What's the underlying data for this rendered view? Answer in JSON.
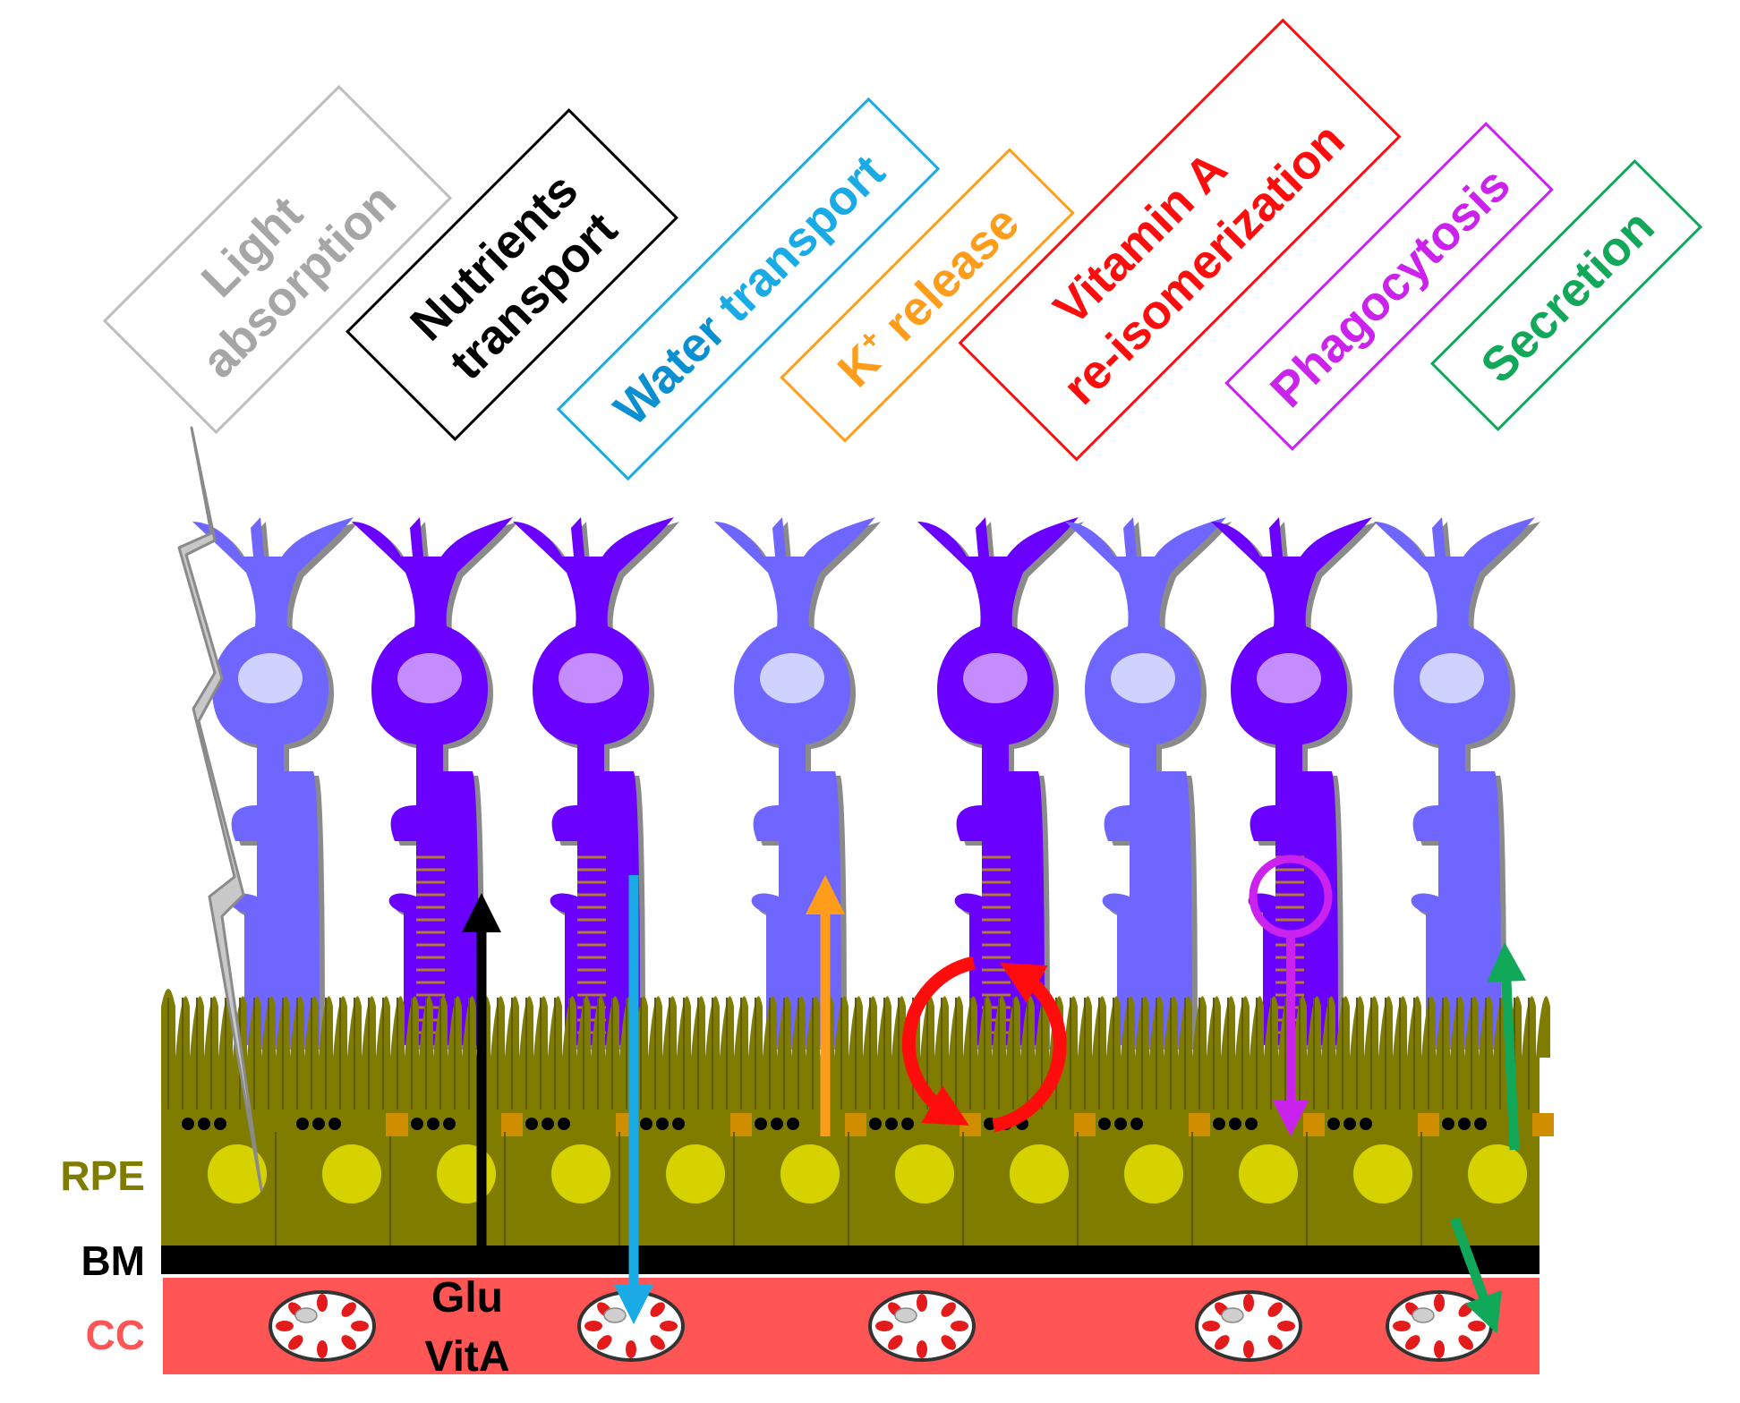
{
  "colors": {
    "gray": "#a6a6a6",
    "black": "#000000",
    "cyan": "#1aaae6",
    "orange": "#ff9d1a",
    "red": "#ff0d0d",
    "magenta": "#cc22ee",
    "green": "#12a85a",
    "rpe_olive": "#7f7c00",
    "rpe_nucleus": "#d6d200",
    "junction": "#cf8e00",
    "cc_red": "#ff5555",
    "bm_black": "#000000",
    "rod": "#6f66ff",
    "cone": "#6a00ff"
  },
  "functions": [
    {
      "line1": "Light",
      "line2": "absorption",
      "color": "#a6a6a6"
    },
    {
      "line1": "Nutrients",
      "line2": "transport",
      "color": "#000000"
    },
    {
      "line1": "Water",
      "line2": " transport",
      "color": "#1aaae6",
      "line1_color": "#0a8fd0"
    },
    {
      "line1": "K",
      "sup": "+",
      "line1_rest": " release",
      "color": "#ff9d1a"
    },
    {
      "line1": "Vitamin A",
      "line2": "re-isomerization",
      "color": "#ff0d0d"
    },
    {
      "line1": "Phagocytosis",
      "color": "#cc22ee"
    },
    {
      "line1": "Secretion",
      "color": "#12a85a"
    }
  ],
  "layers": {
    "rpe": {
      "label": "RPE",
      "color": "#7f7c00"
    },
    "bm": {
      "label": "BM",
      "color": "#000000"
    },
    "cc": {
      "label": "CC",
      "color": "#ff5555"
    }
  },
  "molecules": {
    "glu": "Glu",
    "vita": "VitA"
  },
  "photoreceptors": [
    "rod",
    "cone",
    "cone",
    "rod",
    "cone",
    "rod",
    "cone",
    "rod"
  ]
}
